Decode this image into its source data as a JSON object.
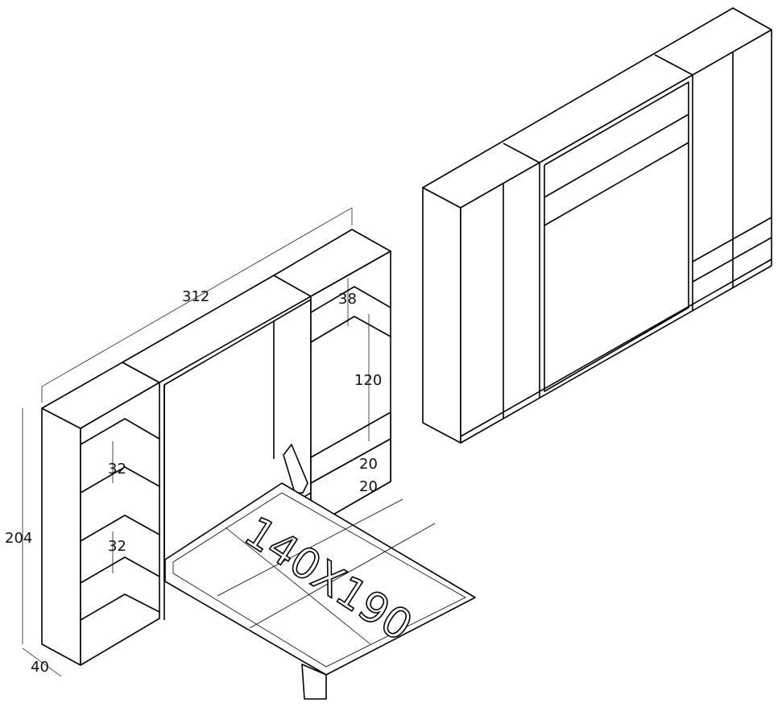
{
  "dimensions": {
    "total_width": "312",
    "height": "204",
    "depth": "40",
    "shelf_spacing_1": "32",
    "shelf_spacing_2": "32",
    "top_compartment": "38",
    "hanging_space": "120",
    "drawer_1": "20",
    "drawer_2": "20"
  },
  "bed_size": "140X190"
}
